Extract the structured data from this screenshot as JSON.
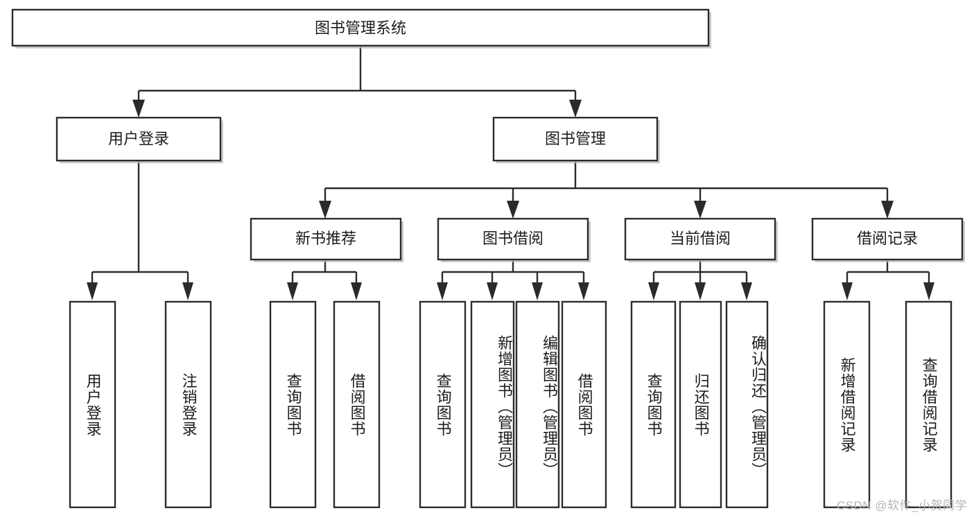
{
  "diagram": {
    "type": "tree-hierarchy",
    "title": "图书管理系统",
    "watermark": "CSDN @软件_小贺同学",
    "colors": {
      "stroke": "#2b2b2b",
      "fill": "#ffffff",
      "text": "#1c1c1c",
      "watermark": "#b4b4b4",
      "background": "#ffffff"
    },
    "levels": {
      "root": {
        "label": "图书管理系统"
      },
      "level2": [
        {
          "label": "用户登录"
        },
        {
          "label": "图书管理"
        }
      ],
      "level3": [
        {
          "label": "新书推荐"
        },
        {
          "label": "图书借阅"
        },
        {
          "label": "当前借阅"
        },
        {
          "label": "借阅记录"
        }
      ],
      "leaves": {
        "user_login": [
          {
            "label": "用户登录"
          },
          {
            "label": "注销登录"
          }
        ],
        "new_book_recommend": [
          {
            "label": "查询图书"
          },
          {
            "label": "借阅图书"
          }
        ],
        "book_borrow": [
          {
            "label": "查询图书"
          },
          {
            "label": "新增图书（管理员）"
          },
          {
            "label": "编辑图书（管理员）"
          },
          {
            "label": "借阅图书"
          }
        ],
        "current_borrow": [
          {
            "label": "查询图书"
          },
          {
            "label": "归还图书"
          },
          {
            "label": "确认归还（管理员）"
          }
        ],
        "borrow_record": [
          {
            "label": "新增借阅记录"
          },
          {
            "label": "查询借阅记录"
          }
        ]
      }
    }
  }
}
